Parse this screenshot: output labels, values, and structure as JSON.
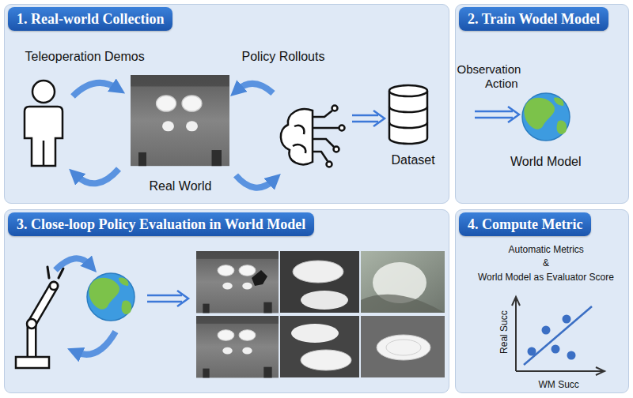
{
  "diagram": {
    "nodes": [
      {
        "text": [
          "1. Real-world Collection"
        ]
      },
      {
        "text": [
          "2. Train Wodel Model"
        ]
      },
      {
        "text": [
          "3. Close-loop Policy Evaluation in World Model"
        ]
      },
      {
        "text": [
          "4. Compute Metric"
        ]
      }
    ],
    "labels": [
      "Teleoperation Demos",
      "Policy Rollouts",
      "Real World",
      "Dataset",
      "Observation",
      "Action",
      "World Model",
      "Automatic Metrics",
      "&",
      "World Model as Evaluator Score",
      "Real Succ",
      "WM Succ"
    ]
  }
}
